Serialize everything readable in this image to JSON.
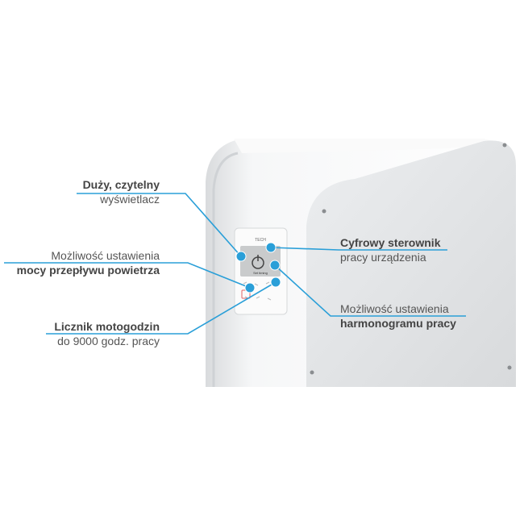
{
  "colors": {
    "accent": "#2a9fd8",
    "text": "#555555",
    "body": "#f4f5f6",
    "panel": "#dfe1e3"
  },
  "controller": {
    "brand": "TECH",
    "screen_text": "Set timing"
  },
  "callouts": [
    {
      "bold": "Duży, czytelny",
      "normal": "wyświetlacz"
    },
    {
      "normal": "Możliwość ustawienia",
      "bold": "mocy przepływu powietrza"
    },
    {
      "bold": "Licznik motogodzin",
      "normal": "do 9000 godz. pracy"
    },
    {
      "bold": "Cyfrowy sterownik",
      "normal": "pracy urządzenia"
    },
    {
      "normal": "Możliwość ustawienia",
      "bold": "harmonogramu pracy"
    }
  ]
}
